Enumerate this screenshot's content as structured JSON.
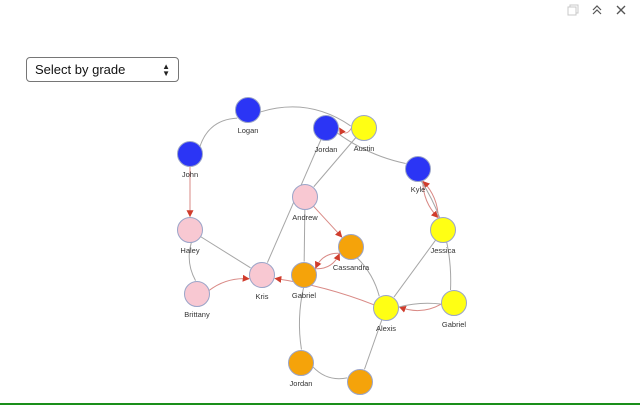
{
  "window": {
    "controls": [
      {
        "name": "restore-window-icon"
      },
      {
        "name": "collapse-window-icon"
      },
      {
        "name": "close-window-icon"
      }
    ]
  },
  "grade_select": {
    "label": "Select by grade"
  },
  "colors": {
    "blue": "#2b35f5",
    "yellow": "#ffff14",
    "pink": "#f8c8d2",
    "orange": "#f5a30a",
    "edge": "#a6a6a6",
    "arrow": "#d03c2c",
    "node_stroke": "#9aa4c8"
  },
  "graph": {
    "nodes": [
      {
        "id": "logan",
        "label": "Logan",
        "group": "blue"
      },
      {
        "id": "john",
        "label": "John",
        "group": "blue"
      },
      {
        "id": "jordan1",
        "label": "Jordan",
        "group": "blue"
      },
      {
        "id": "austin",
        "label": "Austin",
        "group": "yellow"
      },
      {
        "id": "kyle",
        "label": "Kyle",
        "group": "blue"
      },
      {
        "id": "andrew",
        "label": "Andrew",
        "group": "pink"
      },
      {
        "id": "haley",
        "label": "Haley",
        "group": "pink"
      },
      {
        "id": "jessica",
        "label": "Jessica",
        "group": "yellow"
      },
      {
        "id": "cassandra",
        "label": "Cassandra",
        "group": "orange"
      },
      {
        "id": "gabriel1",
        "label": "Gabriel",
        "group": "orange"
      },
      {
        "id": "kris",
        "label": "Kris",
        "group": "pink"
      },
      {
        "id": "brittany",
        "label": "Brittany",
        "group": "pink"
      },
      {
        "id": "alexis",
        "label": "Alexis",
        "group": "yellow"
      },
      {
        "id": "gabriel2",
        "label": "Gabriel",
        "group": "yellow"
      },
      {
        "id": "jordan2",
        "label": "Jordan",
        "group": "orange"
      },
      {
        "id": "unlabeled",
        "label": "",
        "group": "orange"
      }
    ],
    "edges": [
      {
        "from": "john",
        "to": "logan",
        "arrow": false
      },
      {
        "from": "logan",
        "to": "austin",
        "arrow": false
      },
      {
        "from": "austin",
        "to": "jordan1",
        "arrow": true
      },
      {
        "from": "jordan1",
        "to": "kyle",
        "arrow": false
      },
      {
        "from": "austin",
        "to": "andrew",
        "arrow": false
      },
      {
        "from": "jordan1",
        "to": "kris",
        "arrow": false
      },
      {
        "from": "kyle",
        "to": "jessica",
        "arrow": true
      },
      {
        "from": "jessica",
        "to": "kyle",
        "arrow": true
      },
      {
        "from": "kyle",
        "to": "gabriel2",
        "arrow": false
      },
      {
        "from": "john",
        "to": "haley",
        "arrow": true
      },
      {
        "from": "haley",
        "to": "brittany",
        "arrow": false
      },
      {
        "from": "haley",
        "to": "kris",
        "arrow": false
      },
      {
        "from": "brittany",
        "to": "kris",
        "arrow": true
      },
      {
        "from": "andrew",
        "to": "cassandra",
        "arrow": true
      },
      {
        "from": "andrew",
        "to": "gabriel1",
        "arrow": false
      },
      {
        "from": "gabriel1",
        "to": "cassandra",
        "arrow": true
      },
      {
        "from": "cassandra",
        "to": "gabriel1",
        "arrow": true
      },
      {
        "from": "cassandra",
        "to": "alexis",
        "arrow": false
      },
      {
        "from": "jessica",
        "to": "alexis",
        "arrow": false
      },
      {
        "from": "alexis",
        "to": "kris",
        "arrow": true
      },
      {
        "from": "gabriel2",
        "to": "alexis",
        "arrow": true
      },
      {
        "from": "alexis",
        "to": "gabriel2",
        "arrow": false
      },
      {
        "from": "alexis",
        "to": "unlabeled",
        "arrow": false
      },
      {
        "from": "gabriel1",
        "to": "jordan2",
        "arrow": false
      },
      {
        "from": "jordan2",
        "to": "unlabeled",
        "arrow": false
      }
    ]
  }
}
